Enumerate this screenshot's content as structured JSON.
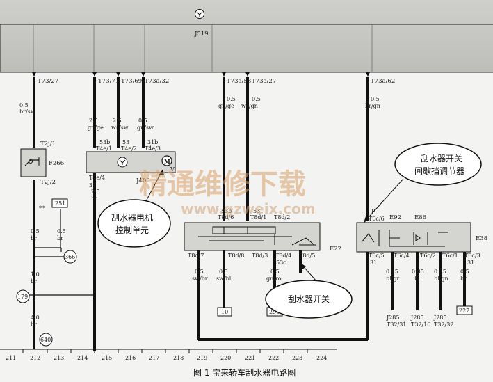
{
  "title": "图 1   宝来轿车刮水器电路图",
  "control_unit": "J519",
  "watermark": {
    "main": "精通维修下载",
    "url": "www.gzweix.com"
  },
  "callouts": {
    "motor_control": [
      "刮水器电机",
      "控制单元"
    ],
    "wiper_switch": "刮水器开关",
    "intermittent": [
      "刮水器开关",
      "间歇挡调节器"
    ]
  },
  "components": {
    "F266": "F266",
    "J400": "J400",
    "E22": "E22",
    "E92": "E92",
    "E86": "E86",
    "E38": "E38",
    "V": "V"
  },
  "j519_pins": [
    "T73/27",
    "T73/71",
    "T73/69",
    "T73a/32",
    "T73a/53",
    "T73a/27",
    "T73a/62"
  ],
  "wire_labels": {
    "w1": [
      "0.5",
      "br/sw"
    ],
    "w2": [
      "2.5",
      "gn/ge"
    ],
    "w3": [
      "2.5",
      "ws/sw"
    ],
    "w4": [
      "0.5",
      "gn/sw"
    ],
    "w5": [
      "0.5",
      "gn/ge"
    ],
    "w6": [
      "0.5",
      "ws/gn"
    ],
    "w7": [
      "0.5",
      "br/gn"
    ],
    "w8": [
      "0.5",
      "br"
    ],
    "w9": [
      "0.5",
      "br"
    ],
    "w10": [
      "1.0",
      "br"
    ],
    "w11": [
      "4.0",
      "br"
    ],
    "w12": [
      "2.5",
      "br"
    ],
    "w13": [
      "0.5",
      "sw/br"
    ],
    "w14": [
      "0.5",
      "sw/bl"
    ],
    "w15": [
      "0.5",
      "gn/ro"
    ],
    "w16": [
      "0.35",
      "bl/gr"
    ],
    "w17": [
      "0.35",
      "bl"
    ],
    "w18": [
      "0.35",
      "bl/gn"
    ],
    "w19": [
      "0.5",
      "br"
    ]
  },
  "pins": {
    "t2j1": "T2j/1",
    "t2j2": "T2j/2",
    "t4e1": "T4e/1",
    "t4e2": "T4e/2",
    "t4e3": "T4e/3",
    "t4e4": "T4e/4",
    "p53b": "53b",
    "p53": "53",
    "p31b": "31b",
    "p31": "31",
    "t8d6": "T8d/6",
    "t8d1": "T8d/1",
    "t8d2": "T8d/2",
    "t8d7": "T8d/7",
    "t8d8": "T8d/8",
    "t8d3": "T8d/3",
    "t8d4": "T8d/4",
    "t8d5": "T8d/5",
    "p53b_e": "53b",
    "p53_e": "53",
    "p53c": "53c",
    "t6c6": "T6c/6",
    "t6c5": "T6c/5",
    "t6c4": "T6c/4",
    "t6c2": "T6c/2",
    "t6c1": "T6c/1",
    "t6c3": "T6c/3",
    "pP": "P",
    "p31e": "31",
    "p31f": "31",
    "stars": "**"
  },
  "refs": {
    "r251": "251",
    "r366": "366",
    "r179": "179",
    "r640": "640",
    "r10": "10",
    "r296": "296",
    "r227": "227"
  },
  "j285": [
    {
      "name": "J285",
      "pin": "T32/31"
    },
    {
      "name": "J285",
      "pin": "T32/16"
    },
    {
      "name": "J285",
      "pin": "T32/32"
    }
  ],
  "columns": [
    "211",
    "212",
    "213",
    "214",
    "215",
    "216",
    "217",
    "218",
    "219",
    "220",
    "221",
    "222",
    "223",
    "224"
  ]
}
